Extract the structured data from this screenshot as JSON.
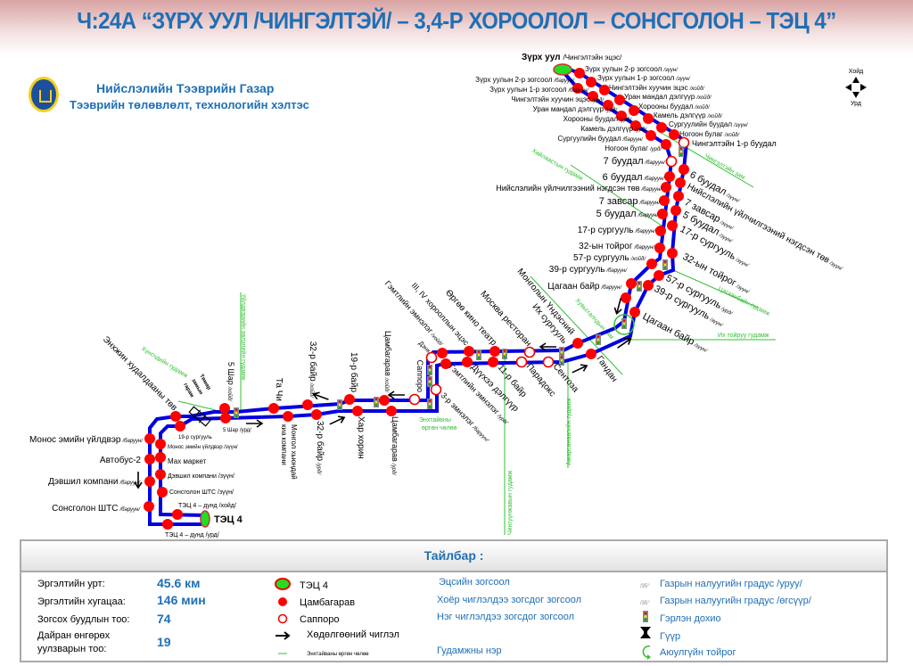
{
  "header": {
    "title": "Ч:24А “ЗҮРХ УУЛ /ЧИНГЭЛТЭЙ/ – 3,4-Р ХОРООЛОЛ – СОНСГОЛОН – ТЭЦ 4”"
  },
  "org": {
    "name": "Нийслэлийн Тээврийн Газар",
    "dept": "Тээврийн төлөвлөлт, технологийн хэлтэс"
  },
  "compass": {
    "north": "Хойд",
    "south": "Урд"
  },
  "terminals": {
    "start_name": "Зүрх уул",
    "start_sub": "/Чингэлтэйн эцэс/",
    "end_name": "ТЭЦ 4"
  },
  "stops": [
    {
      "name": "Зүрх уулын 2-р зогсоол",
      "dir": "/баруун/"
    },
    {
      "name": "Зүрх уулын 1-р зогсоол",
      "dir": "/баруун/"
    },
    {
      "name": "Чингэлтэйн хуучин эцэс",
      "dir": "/урд/"
    },
    {
      "name": "Уран мандал дэлгүүр",
      "dir": "/урд/"
    },
    {
      "name": "Хорооны буудал",
      "dir": "/урд/"
    },
    {
      "name": "Камель дэлгүүр",
      "dir": "/урд/"
    },
    {
      "name": "Сургуулийн буудал",
      "dir": "/баруун/"
    },
    {
      "name": "Ногоон булаг",
      "dir": "/урд/"
    },
    {
      "name": "7 буудал",
      "dir": "/баруун/"
    },
    {
      "name": "6 буудал",
      "dir": "/баруун/"
    },
    {
      "name": "Нийслэлийн үйлчилгээний нэгдсэн төв",
      "dir": "/баруун/"
    },
    {
      "name": "7 завсар",
      "dir": "/баруун/"
    },
    {
      "name": "5 буудал",
      "dir": "/баруун/"
    },
    {
      "name": "17-р сургууль",
      "dir": "/баруун/"
    },
    {
      "name": "32-ын тойрог",
      "dir": "/баруун/"
    },
    {
      "name": "57-р сургууль",
      "dir": "/хойд/"
    },
    {
      "name": "39-р сургууль",
      "dir": "/баруун/"
    },
    {
      "name": "Цагаан байр",
      "dir": "/баруун/"
    },
    {
      "name": "Зүрх уулын 2-р зогсоол",
      "dir": "/зүүн/"
    },
    {
      "name": "Зүрх уулын 1-р зогсоол",
      "dir": "/зүүн/"
    },
    {
      "name": "Чингэлтэйн хуучин эцэс",
      "dir": "/хойд/"
    },
    {
      "name": "Уран мандал дэлгүүр",
      "dir": "/хойд/"
    },
    {
      "name": "Хорооны буудал",
      "dir": "/хойд/"
    },
    {
      "name": "Камель дэлгүүр",
      "dir": "/хойд/"
    },
    {
      "name": "Сургуулийн буудал",
      "dir": "/зүүн/"
    },
    {
      "name": "Ногоон булаг",
      "dir": "/хойд/"
    },
    {
      "name": "Чингэлтэйн 1-р буудал",
      "dir": ""
    },
    {
      "name": "6 буудал",
      "dir": "/зүүн/"
    },
    {
      "name": "Нийслэлийн үйлчилгээний нэгдсэн төв",
      "dir": "/зүүн/"
    },
    {
      "name": "7 завсар",
      "dir": "/зүүн/"
    },
    {
      "name": "5 буудал",
      "dir": "/зүүн/"
    },
    {
      "name": "17-р сургууль",
      "dir": "/зүүн/"
    },
    {
      "name": "32-ын тойрог",
      "dir": "/зүүн/"
    },
    {
      "name": "57-р сургууль",
      "dir": "/урд/"
    },
    {
      "name": "39-р сургууль",
      "dir": "/зүүн/"
    },
    {
      "name": "Цагаан байр",
      "dir": "/зүүн/"
    },
    {
      "name": "Монголын Үндэсний",
      "dir": ""
    },
    {
      "name": "Их сургууль",
      "dir": ""
    },
    {
      "name": "Москва ресторан",
      "dir": ""
    },
    {
      "name": "Өргөө кино театр",
      "dir": ""
    },
    {
      "name": "III, IV хорооллын эцэс",
      "dir": ""
    },
    {
      "name": "Гэмтлийн эмнэлэг",
      "dir": "/хойд/"
    },
    {
      "name": "Дэнк",
      "dir": ""
    },
    {
      "name": "Саппоро",
      "dir": ""
    },
    {
      "name": "Цамбагарав",
      "dir": "/хойд/"
    },
    {
      "name": "19-р байр",
      "dir": ""
    },
    {
      "name": "32-р байр",
      "dir": "/хойд/"
    },
    {
      "name": "Та Чи",
      "dir": ""
    },
    {
      "name": "5 Шар",
      "dir": "/хойд/"
    },
    {
      "name": "Энхжин худалдааны төв",
      "dir": ""
    },
    {
      "name": "Гандан",
      "dir": ""
    },
    {
      "name": "Сентоза",
      "dir": ""
    },
    {
      "name": "Парадокс",
      "dir": ""
    },
    {
      "name": "11-р байр",
      "dir": ""
    },
    {
      "name": "Дүүхээ дэлгүүр",
      "dir": ""
    },
    {
      "name": "Гэмтлийн эмнэлэг",
      "dir": "/урд/"
    },
    {
      "name": "3-р эмнэлэг",
      "dir": "/баруун/"
    },
    {
      "name": "Цамбагарав",
      "dir": "/урд/"
    },
    {
      "name": "Хар хорин",
      "dir": ""
    },
    {
      "name": "32-р байр",
      "dir": "/урд/"
    },
    {
      "name": "Монгол хьюндай",
      "dir": ""
    },
    {
      "name": "киа компани",
      "dir": ""
    },
    {
      "name": "5 Шар /урд/",
      "dir": ""
    },
    {
      "name": "19-р сургууль",
      "dir": ""
    },
    {
      "name": "Монос эмийн үйлдвэр",
      "dir": "/баруун/"
    },
    {
      "name": "Автобус-2",
      "dir": ""
    },
    {
      "name": "Дэвшил компани",
      "dir": "/баруун/"
    },
    {
      "name": "Сонсголон ШТС",
      "dir": "/баруун/"
    },
    {
      "name": "Монос эмийн үйлдвэр /зүүн/",
      "dir": ""
    },
    {
      "name": "Мах маркет",
      "dir": ""
    },
    {
      "name": "Дэвшил компани /зүүн/",
      "dir": ""
    },
    {
      "name": "Сонсголон ШТС /зүүн/",
      "dir": ""
    },
    {
      "name": "ТЭЦ 4 – дунд /хойд/",
      "dir": ""
    },
    {
      "name": "ТЭЦ 4 – дунд /урд/",
      "dir": ""
    }
  ],
  "streets": [
    "Чингэлтэйн зам",
    "Хайлаастын гудамж",
    "Цагаанбайн гудамж",
    "Их тойруу гудамж",
    "Хувьсгалчдын зам",
    "Амарсанаагийн гудамж",
    "Чингүүнжавын гудамж",
    "Энхтайвны",
    "өргөн чөлөө",
    "Үйлдвэрийн эвлэлийн гудамж",
    "Хүнсчдийн гудамж"
  ],
  "misc": {
    "rail1": "Төмөр",
    "rail2": "замын",
    "rail3": "гарам"
  },
  "legend": {
    "title": "Тайлбар :",
    "length_label": "Эргэлтийн урт:",
    "length_value": "45.6 км",
    "duration_label": "Эргэлтийн хугацаа:",
    "duration_value": "146 мин",
    "stops_label": "Зогсох буудлын тоо:",
    "stops_value": "74",
    "junctions_label1": "Дайран өнгөрөх",
    "junctions_label2": "уулзварын тоо:",
    "junctions_value": "19",
    "terminal": "ТЭЦ 4",
    "red_stop": "Цамбагарав",
    "hollow_stop": "Саппоро",
    "direction": "Хөдөлгөөний чиглэл",
    "street_line": "Энхтайваны өргөн чөлөө",
    "terminal_desc": "Эцсийн зогсоол",
    "two_way": "Хоёр чиглэлдээ зогсдог зогсоол",
    "one_way": "Нэг чиглэлдээ зогсдог зогсоол",
    "street_name": "Гудамжны нэр",
    "slope_mark": "/35°",
    "slope_down": "Газрын налуугийн градус /уруу/",
    "slope_up": "Газрын налуугийн градус /өгсүүр/",
    "traffic_light": "Гэрлэн дохио",
    "bridge": "Гүүр",
    "roundabout": "Аюулгүйн тойрог"
  },
  "colors": {
    "title": "#1f6fb5",
    "route": "#0000e0",
    "stop": "#ff0000",
    "street": "#33c033",
    "terminal": "#22dd22"
  }
}
